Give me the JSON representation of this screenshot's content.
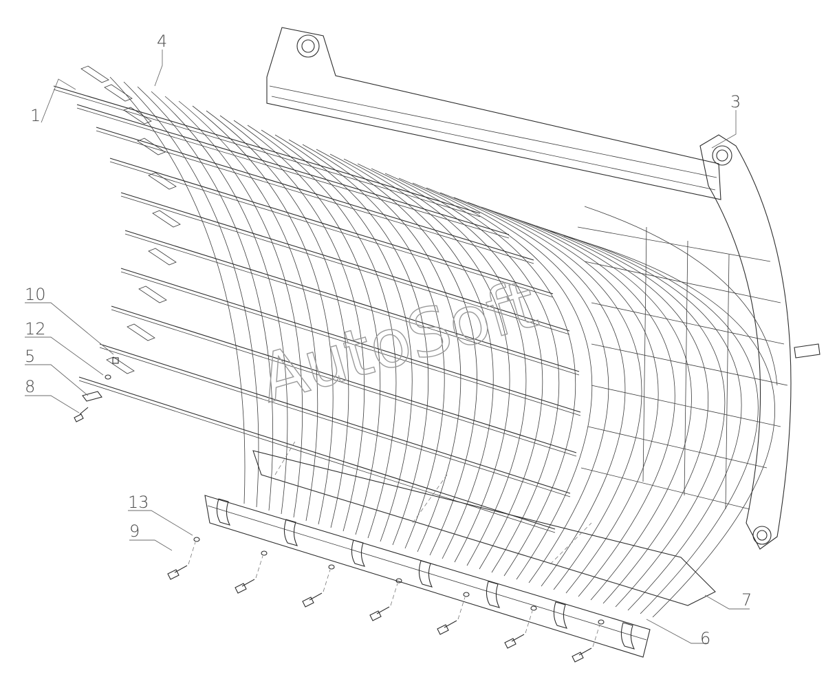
{
  "diagram": {
    "callouts": [
      "1",
      "4",
      "3",
      "10",
      "12",
      "5",
      "8",
      "13",
      "9",
      "7",
      "6"
    ]
  },
  "watermark": "AutoSoft",
  "colors": {
    "line": "#2b2b2b",
    "leader": "#6a6a6a",
    "background": "#ffffff"
  }
}
